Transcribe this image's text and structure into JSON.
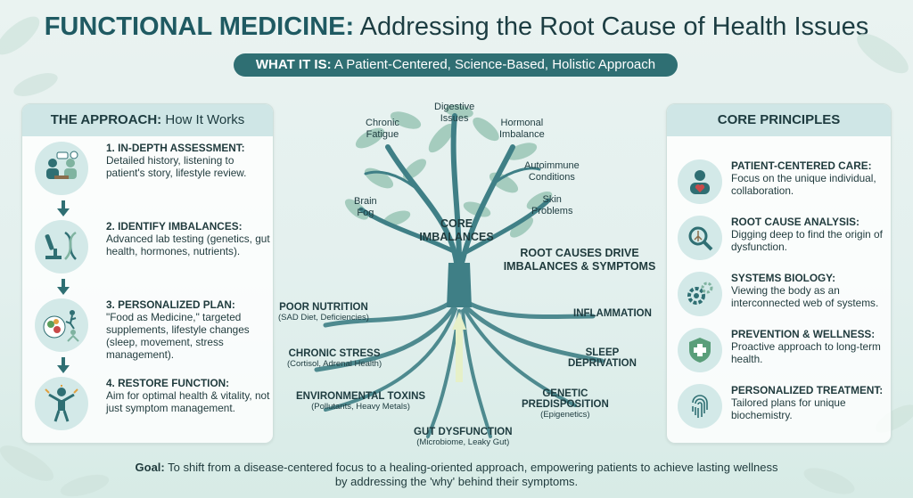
{
  "header": {
    "title_lead": "FUNCTIONAL MEDICINE:",
    "title_rest": " Addressing the Root Cause of Health Issues",
    "subtitle_lead": "WHAT IT IS:",
    "subtitle_rest": " A Patient-Centered, Science-Based, Holistic Approach"
  },
  "approach": {
    "heading_lead": "THE APPROACH:",
    "heading_rest": " How It Works",
    "steps": [
      {
        "title": "1. IN-DEPTH ASSESSMENT:",
        "body": "Detailed history, listening to patient's story, lifestyle review.",
        "icon": "consultation-icon"
      },
      {
        "title": "2. IDENTIFY IMBALANCES:",
        "body": "Advanced lab testing (genetics, gut health, hormones, nutrients).",
        "icon": "microscope-dna-icon"
      },
      {
        "title": "3. PERSONALIZED PLAN:",
        "body": "\"Food as Medicine,\" targeted supplements, lifestyle changes (sleep, movement, stress management).",
        "icon": "food-exercise-icon"
      },
      {
        "title": "4. RESTORE FUNCTION:",
        "body": "Aim for optimal health & vitality, not just symptom management.",
        "icon": "person-vitality-icon"
      }
    ]
  },
  "tree": {
    "symptoms": [
      {
        "id": "chronic-fatigue",
        "line1": "Chronic",
        "line2": "Fatigue"
      },
      {
        "id": "digestive-issues",
        "line1": "Digestive",
        "line2": "Issues"
      },
      {
        "id": "hormonal-imbalance",
        "line1": "Hormonal",
        "line2": "Imbalance"
      },
      {
        "id": "autoimmune-conditions",
        "line1": "Autoimmune",
        "line2": "Conditions"
      },
      {
        "id": "skin-problems",
        "line1": "Skin",
        "line2": "Problems"
      },
      {
        "id": "brain-fog",
        "line1": "Brain",
        "line2": "Fog"
      }
    ],
    "core_line1": "CORE",
    "core_line2": "IMBALANCES",
    "drive_line1": "ROOT CAUSES DRIVE",
    "drive_line2": "IMBALANCES & SYMPTOMS",
    "roots": [
      {
        "id": "poor-nutrition",
        "title": "POOR NUTRITION",
        "sub": "(SAD Diet, Deficiencies)"
      },
      {
        "id": "inflammation",
        "title": "INFLAMMATION",
        "sub": ""
      },
      {
        "id": "chronic-stress",
        "title": "CHRONIC STRESS",
        "sub": "(Cortisol, Adrenal Health)"
      },
      {
        "id": "sleep-deprivation",
        "title": "SLEEP\nDEPRIVATION",
        "sub": ""
      },
      {
        "id": "environmental-toxins",
        "title": "ENVIRONMENTAL TOXINS",
        "sub": "(Pollutants, Heavy Metals)"
      },
      {
        "id": "genetic-predisposition",
        "title": "GENETIC\nPREDISPOSITION",
        "sub": "(Epigenetics)"
      },
      {
        "id": "gut-dysfunction",
        "title": "GUT DYSFUNCTION",
        "sub": "(Microbiome, Leaky Gut)"
      }
    ]
  },
  "principles": {
    "heading": "CORE PRINCIPLES",
    "items": [
      {
        "title": "PATIENT-CENTERED CARE:",
        "body": "Focus on the unique individual, collaboration.",
        "icon": "person-heart-icon"
      },
      {
        "title": "ROOT CAUSE ANALYSIS:",
        "body": "Digging deep to find the origin of dysfunction.",
        "icon": "magnifier-roots-icon"
      },
      {
        "title": "SYSTEMS BIOLOGY:",
        "body": "Viewing the body as an interconnected web of systems.",
        "icon": "gears-icon"
      },
      {
        "title": "PREVENTION & WELLNESS:",
        "body": "Proactive approach to long-term health.",
        "icon": "shield-cross-icon"
      },
      {
        "title": "PERSONALIZED TREATMENT:",
        "body": "Tailored plans for unique biochemistry.",
        "icon": "fingerprint-icon"
      }
    ]
  },
  "goal": {
    "lead": "Goal:",
    "text": " To shift from a disease-centered focus to a healing-oriented approach, empowering patients to achieve lasting wellness by addressing the 'why' behind their symptoms."
  },
  "colors": {
    "accent": "#2f6f73",
    "tree": "#3f7f86",
    "leaf": "#7fb3a0",
    "panel_head": "#cfe6e6"
  }
}
